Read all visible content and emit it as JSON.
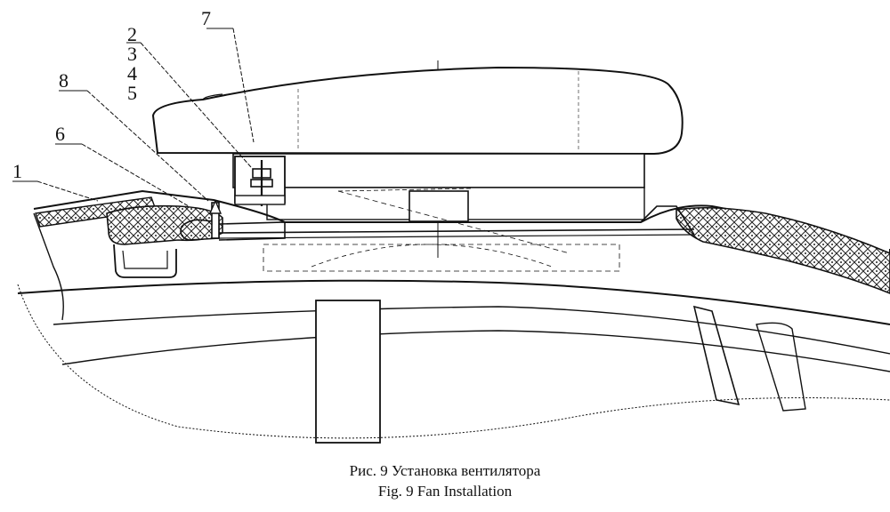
{
  "callouts": {
    "n1": "1",
    "n2": "2",
    "n3": "3",
    "n4": "4",
    "n5": "5",
    "n6": "6",
    "n7": "7",
    "n8": "8"
  },
  "caption": {
    "ru": "Рис. 9  Установка вентилятора",
    "en": "Fig. 9  Fan Installation"
  }
}
